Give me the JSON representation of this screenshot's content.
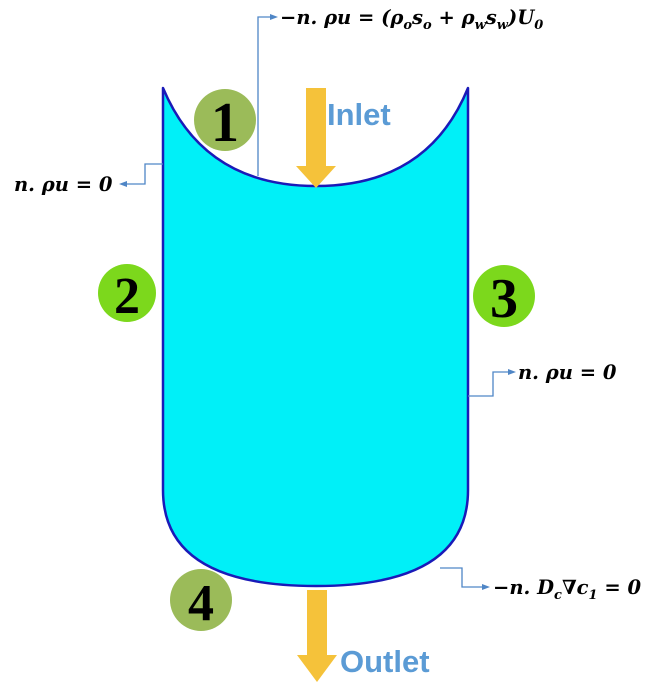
{
  "colors": {
    "cylinder_fill": "#00f0f8",
    "cylinder_stroke": "#1a1ab8",
    "arrow": "#f5c23a",
    "flow_label": "#5b9bd5",
    "badge_dark": "#9bbb59",
    "badge_bright": "#7cd81c",
    "leader_line": "#4f86c6"
  },
  "boundaries": {
    "b1": {
      "number": "1"
    },
    "b2": {
      "number": "2"
    },
    "b3": {
      "number": "3"
    },
    "b4": {
      "number": "4"
    }
  },
  "labels": {
    "inlet": "Inlet",
    "outlet": "Outlet"
  },
  "equations": {
    "top": {
      "lhs": "−n. ρu = ",
      "rhs": "(ρ",
      "s1": "o",
      "t1": "s",
      "s2": "o",
      "plus": " + ρ",
      "s3": "w",
      "t2": "s",
      "s4": "w",
      "close": ")U",
      "s5": "0"
    },
    "left": "n. ρu = 0",
    "right": "n. ρu = 0",
    "bottom": {
      "lhs": "−n. D",
      "s1": "c",
      "mid": "∇c",
      "s2": "1",
      "end": " = 0"
    }
  }
}
